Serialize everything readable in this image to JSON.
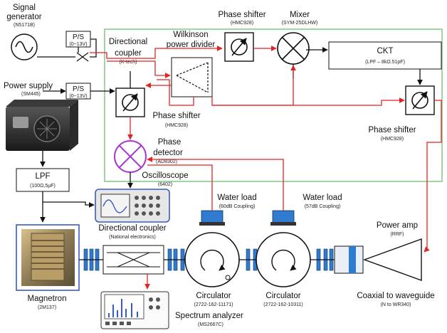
{
  "colors": {
    "green_box": "#7ec27a",
    "red_path": "#e52222",
    "purple": "#a63ad6",
    "blue": "#3a5bbf",
    "waveguide_blue": "#2e7bd0",
    "black": "#111111"
  },
  "labels": {
    "signal_generator": [
      "Signal",
      "generator"
    ],
    "signal_generator_model": "(N5171B)",
    "ps1": "P/S",
    "ps1_range": "(0~13V)",
    "directional_coupler_top": [
      "Directional",
      "coupler"
    ],
    "directional_coupler_top_model": "(K-tech)",
    "wilkinson": [
      "Wilkinson",
      "power divider"
    ],
    "phase_shifter_top": "Phase shifter",
    "phase_shifter_top_model": "(HMC928)",
    "mixer": "Mixer",
    "mixer_model": "(SYM-25DLHW)",
    "ckt": "CKT",
    "ckt_detail": "(LPF – 8kΩ.51pF)",
    "phase_shifter_right": "Phase shifter",
    "phase_shifter_right_model": "(HMC928)",
    "power_supply": "Power supply",
    "power_supply_model": "(SM445)",
    "ps2": "P/S",
    "ps2_range": "(0~13V)",
    "phase_shifter_mid": "Phase shifter",
    "phase_shifter_mid_model": "(HMC928)",
    "phase_detector": [
      "Phase",
      "detector"
    ],
    "phase_detector_model": "(AD8302)",
    "oscilloscope": "Oscilloscope",
    "oscilloscope_model": "(6402)",
    "lpf": "LPF",
    "lpf_detail": "(100Ω,5μF)",
    "water_load_1": "Water load",
    "water_load_1_detail": "(60dB Coupling)",
    "water_load_2": "Water load",
    "water_load_2_detail": "(57dB Coupling)",
    "directional_coupler_bottom": "Directional coupler",
    "directional_coupler_bottom_model": "(National electronics)",
    "power_amp": "Power amp",
    "power_amp_model": "(RRF)",
    "magnetron": "Magnetron",
    "magnetron_model": "(2M137)",
    "circulator_1": "Circulator",
    "circulator_1_model": "(2722-162-11171)",
    "circulator_2": "Circulator",
    "circulator_2_model": "(2722-162-10311)",
    "spectrum_analyzer": "Spectrum analyzer",
    "spectrum_analyzer_model": "(MS2667C)",
    "coax_to_waveguide": "Coaxial to waveguide",
    "coax_to_waveguide_model": "(N to WR340)"
  }
}
